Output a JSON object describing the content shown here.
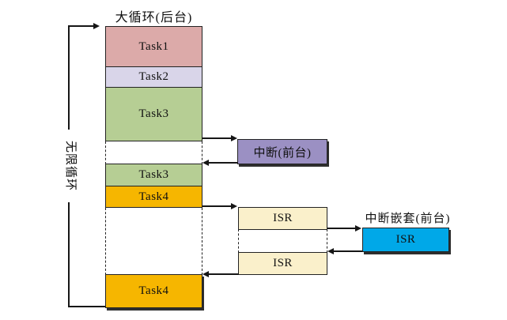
{
  "diagram": {
    "title": "大循环(后台)",
    "loop_label": "无限循环",
    "column": {
      "segments": [
        {
          "label": "Task1",
          "color": "#dcaaa9"
        },
        {
          "label": "Task2",
          "color": "#d9d5e9"
        },
        {
          "label": "Task3",
          "color": "#b6ce94"
        },
        {
          "label": "Task3",
          "color": "#b6ce94"
        },
        {
          "label": "Task4",
          "color": "#f6b600"
        },
        {
          "label": "Task4",
          "color": "#f6b600"
        }
      ]
    },
    "interrupt": {
      "label": "中断(前台)",
      "color": "#9b90c3"
    },
    "isr_first": {
      "label": "ISR",
      "color": "#faf0cb"
    },
    "isr_second": {
      "label": "ISR",
      "color": "#faf0cb"
    },
    "nested": {
      "title": "中断嵌套(前台)",
      "isr_label": "ISR",
      "isr_color": "#00a8e8"
    }
  }
}
